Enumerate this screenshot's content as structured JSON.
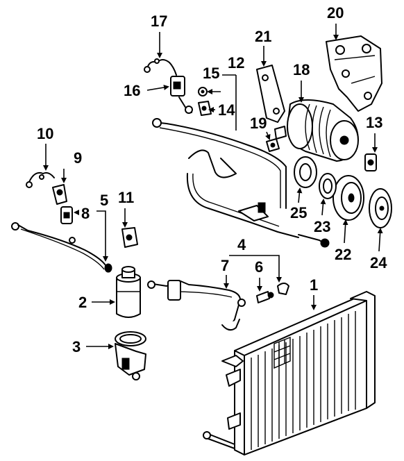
{
  "callouts": [
    {
      "id": "c1",
      "label": "1"
    },
    {
      "id": "c2",
      "label": "2"
    },
    {
      "id": "c3",
      "label": "3"
    },
    {
      "id": "c4",
      "label": "4"
    },
    {
      "id": "c5",
      "label": "5"
    },
    {
      "id": "c6",
      "label": "6"
    },
    {
      "id": "c7",
      "label": "7"
    },
    {
      "id": "c8",
      "label": "8"
    },
    {
      "id": "c9",
      "label": "9"
    },
    {
      "id": "c10",
      "label": "10"
    },
    {
      "id": "c11",
      "label": "11"
    },
    {
      "id": "c12",
      "label": "12"
    },
    {
      "id": "c13",
      "label": "13"
    },
    {
      "id": "c14",
      "label": "14"
    },
    {
      "id": "c15",
      "label": "15"
    },
    {
      "id": "c16",
      "label": "16"
    },
    {
      "id": "c17",
      "label": "17"
    },
    {
      "id": "c18",
      "label": "18"
    },
    {
      "id": "c19",
      "label": "19"
    },
    {
      "id": "c20",
      "label": "20"
    },
    {
      "id": "c21",
      "label": "21"
    },
    {
      "id": "c22",
      "label": "22"
    },
    {
      "id": "c23",
      "label": "23"
    },
    {
      "id": "c24",
      "label": "24"
    },
    {
      "id": "c25",
      "label": "25"
    }
  ]
}
